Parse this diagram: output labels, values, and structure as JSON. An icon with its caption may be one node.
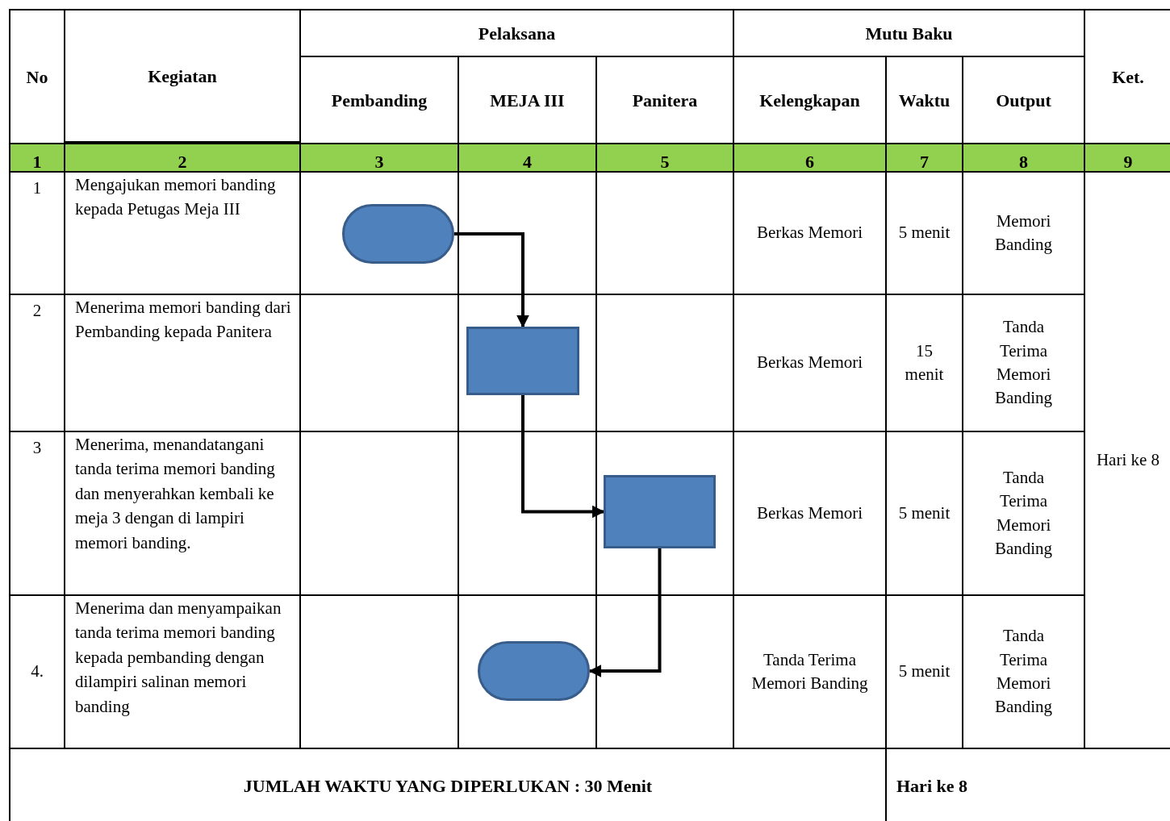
{
  "diagram": {
    "nodes": [
      {
        "text": [],
        "shape": "terminator"
      },
      {
        "text": [],
        "shape": "box"
      },
      {
        "text": [],
        "shape": "box"
      },
      {
        "text": [],
        "shape": "terminator"
      }
    ],
    "edges": [
      {
        "from": 0,
        "to": 1,
        "arrow": "to"
      },
      {
        "from": 1,
        "to": 2,
        "arrow": "to"
      },
      {
        "from": 2,
        "to": 3,
        "arrow": "to"
      }
    ],
    "labels": [
      "No",
      "Kegiatan",
      "Pelaksana",
      "Mutu Baku",
      "Ket.",
      "Pembanding",
      "MEJA III",
      "Panitera",
      "Kelengkapan",
      "Waktu",
      "Output",
      "1",
      "2",
      "3",
      "4",
      "5",
      "6",
      "7",
      "8",
      "9",
      "1",
      "Mengajukan memori banding kepada Petugas Meja III",
      "Berkas Memori",
      "5 menit",
      "Memori Banding",
      "Hari ke 8",
      "2",
      "Menerima memori banding dari Pembanding kepada Panitera",
      "Berkas Memori",
      "15 menit",
      "Tanda Terima Memori Banding",
      "3",
      "Menerima, menandatangani tanda terima memori banding dan menyerahkan kembali ke meja 3 dengan di lampiri memori banding.",
      "Berkas Memori",
      "5 menit",
      "Tanda Terima Memori Banding",
      "4.",
      "Menerima dan menyampaikan tanda terima memori banding kepada pembanding dengan dilampiri salinan memori banding",
      "Tanda Terima Memori Banding",
      "5 menit",
      "Tanda Terima Memori Banding",
      "JUMLAH WAKTU YANG DIPERLUKAN : 30 Menit",
      "Hari ke 8"
    ]
  }
}
